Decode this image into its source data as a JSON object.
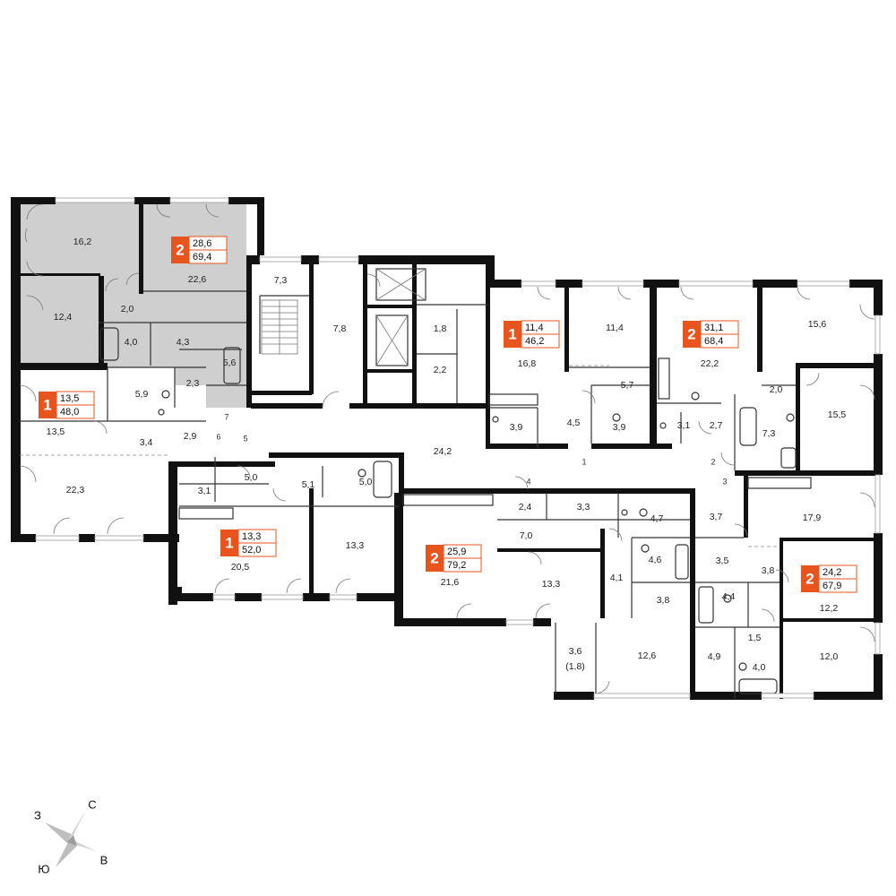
{
  "colors": {
    "accent": "#e8541e",
    "wall": "#111111",
    "highlight_fill": "#cfcfcf",
    "compass": "#bdbdbd"
  },
  "apartments": [
    {
      "id": "apt-top-left",
      "rooms": "2",
      "living": "28,6",
      "total": "69,4"
    },
    {
      "id": "apt-left-mid",
      "rooms": "1",
      "living": "13,5",
      "total": "48,0"
    },
    {
      "id": "apt-bottom-left",
      "rooms": "1",
      "living": "13,3",
      "total": "52,0"
    },
    {
      "id": "apt-bottom-center",
      "rooms": "2",
      "living": "25,9",
      "total": "79,2"
    },
    {
      "id": "apt-top-center",
      "rooms": "1",
      "living": "11,4",
      "total": "46,2"
    },
    {
      "id": "apt-top-right",
      "rooms": "2",
      "living": "31,1",
      "total": "68,4"
    },
    {
      "id": "apt-bottom-right",
      "rooms": "2",
      "living": "24,2",
      "total": "67,9"
    }
  ],
  "room_areas": [
    "16,2",
    "22,6",
    "12,4",
    "2,0",
    "4,0",
    "4,3",
    "5,6",
    "2,3",
    "7,3",
    "7,8",
    "1,8",
    "2,2",
    "5,9",
    "13,5",
    "3,4",
    "2,9",
    "22,3",
    "5,0",
    "3,1",
    "5,1",
    "5,0",
    "20,5",
    "13,3",
    "24,2",
    "16,8",
    "11,4",
    "5,7",
    "3,9",
    "4,5",
    "3,9",
    "22,2",
    "15,6",
    "2,0",
    "15,5",
    "3,1",
    "2,7",
    "7,3",
    "2,4",
    "3,3",
    "4,7",
    "7,0",
    "21,6",
    "13,3",
    "4,6",
    "4,1",
    "3,8",
    "3,6",
    "(1,8)",
    "12,6",
    "3,7",
    "17,9",
    "3,5",
    "3,8",
    "12,2",
    "4,4",
    "1,5",
    "4,9",
    "4,0",
    "12,0"
  ],
  "door_numbers": [
    "7",
    "6",
    "5",
    "4",
    "1",
    "2",
    "3"
  ],
  "compass": {
    "north": "С",
    "south": "Ю",
    "west": "З",
    "east": "В"
  }
}
